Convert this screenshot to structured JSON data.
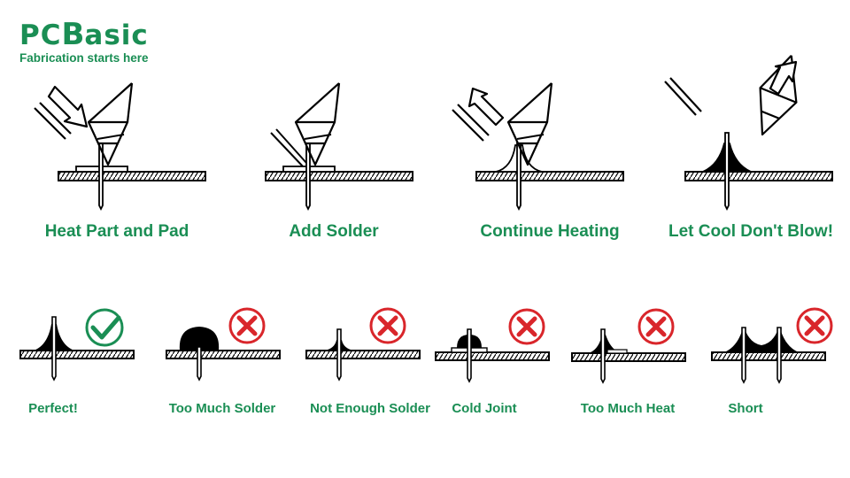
{
  "brand": {
    "logo_text_a": "PC",
    "logo_text_b": "B",
    "logo_text_c": "asic",
    "tagline": "Fabrication starts here",
    "color": "#1a8e54"
  },
  "steps": [
    {
      "label": "Heat Part and Pad"
    },
    {
      "label": "Add Solder"
    },
    {
      "label": "Continue Heating"
    },
    {
      "label": "Let Cool Don't Blow!"
    }
  ],
  "results": [
    {
      "label": "Perfect!",
      "status": "check-icon",
      "status_color": "#1a8e54"
    },
    {
      "label": "Too Much Solder",
      "status": "cross-icon",
      "status_color": "#d9262b"
    },
    {
      "label": "Not Enough Solder",
      "status": "cross-icon",
      "status_color": "#d9262b"
    },
    {
      "label": "Cold Joint",
      "status": "cross-icon",
      "status_color": "#d9262b"
    },
    {
      "label": "Too Much Heat",
      "status": "cross-icon",
      "status_color": "#d9262b"
    },
    {
      "label": "Short",
      "status": "cross-icon",
      "status_color": "#d9262b"
    }
  ]
}
